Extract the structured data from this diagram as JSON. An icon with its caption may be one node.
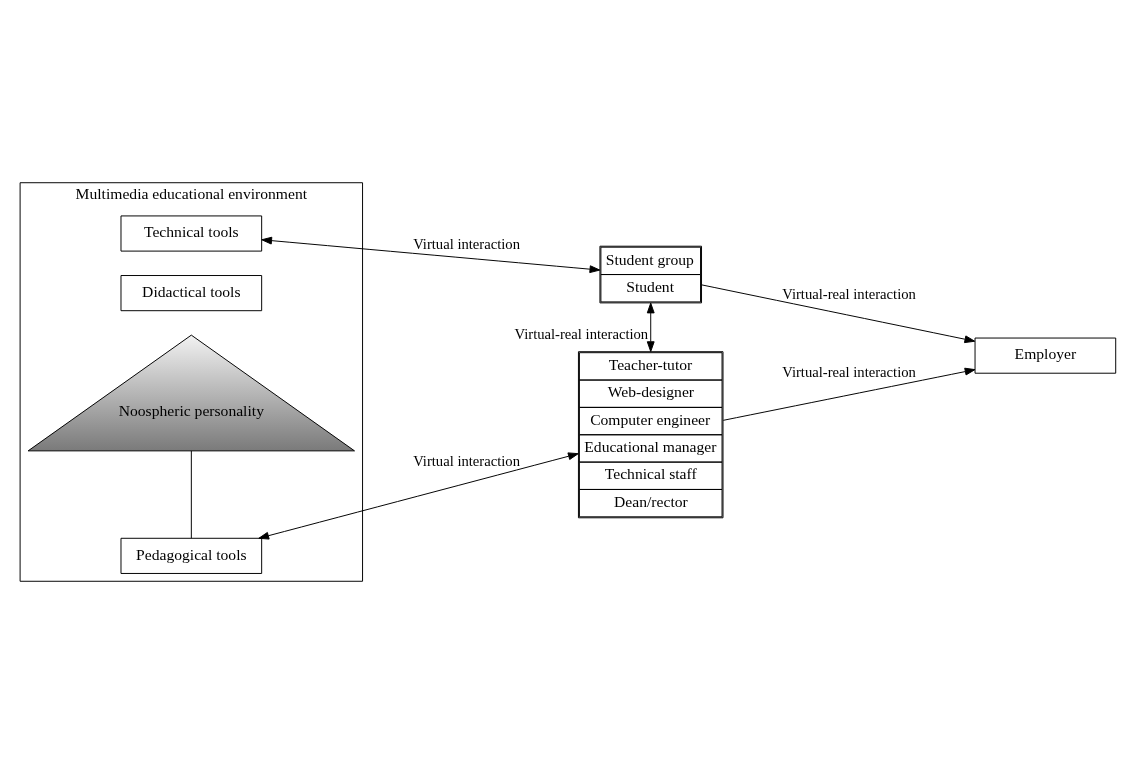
{
  "diagram": {
    "nodes": [
      {
        "text": [
          "Multimedia educational environment"
        ]
      },
      {
        "text": [
          "Technical tools"
        ],
        "in": 0
      },
      {
        "text": [
          "Didactical tools"
        ],
        "in": 0
      },
      {
        "text": [
          "Pedagogical tools"
        ],
        "in": 0
      },
      {
        "text": [
          "Noospheric personality"
        ],
        "in": 0
      },
      {
        "text": [
          "Student group",
          "Student"
        ]
      },
      {
        "text": [
          "Teacher-tutor",
          "Web-designer",
          "Computer engineer",
          "Educational manager",
          "Technical staff",
          "Dean/rector"
        ]
      },
      {
        "text": [
          "Employer"
        ]
      }
    ],
    "edges": [
      {
        "from": 1,
        "to": 5,
        "arrow": "both",
        "label": "Virtual interaction"
      },
      {
        "from": 3,
        "to": 6,
        "arrow": "both",
        "label": "Virtual interaction"
      },
      {
        "from": 5,
        "to": 6,
        "arrow": "both",
        "label": "Virtual-real interaction"
      },
      {
        "from": 5,
        "to": 7,
        "arrow": "to",
        "label": "Virtual-real interaction"
      },
      {
        "from": 6,
        "to": 7,
        "arrow": "to",
        "label": "Virtual-real interaction"
      },
      {
        "from": 3,
        "to": 4,
        "arrow": "none"
      }
    ]
  }
}
